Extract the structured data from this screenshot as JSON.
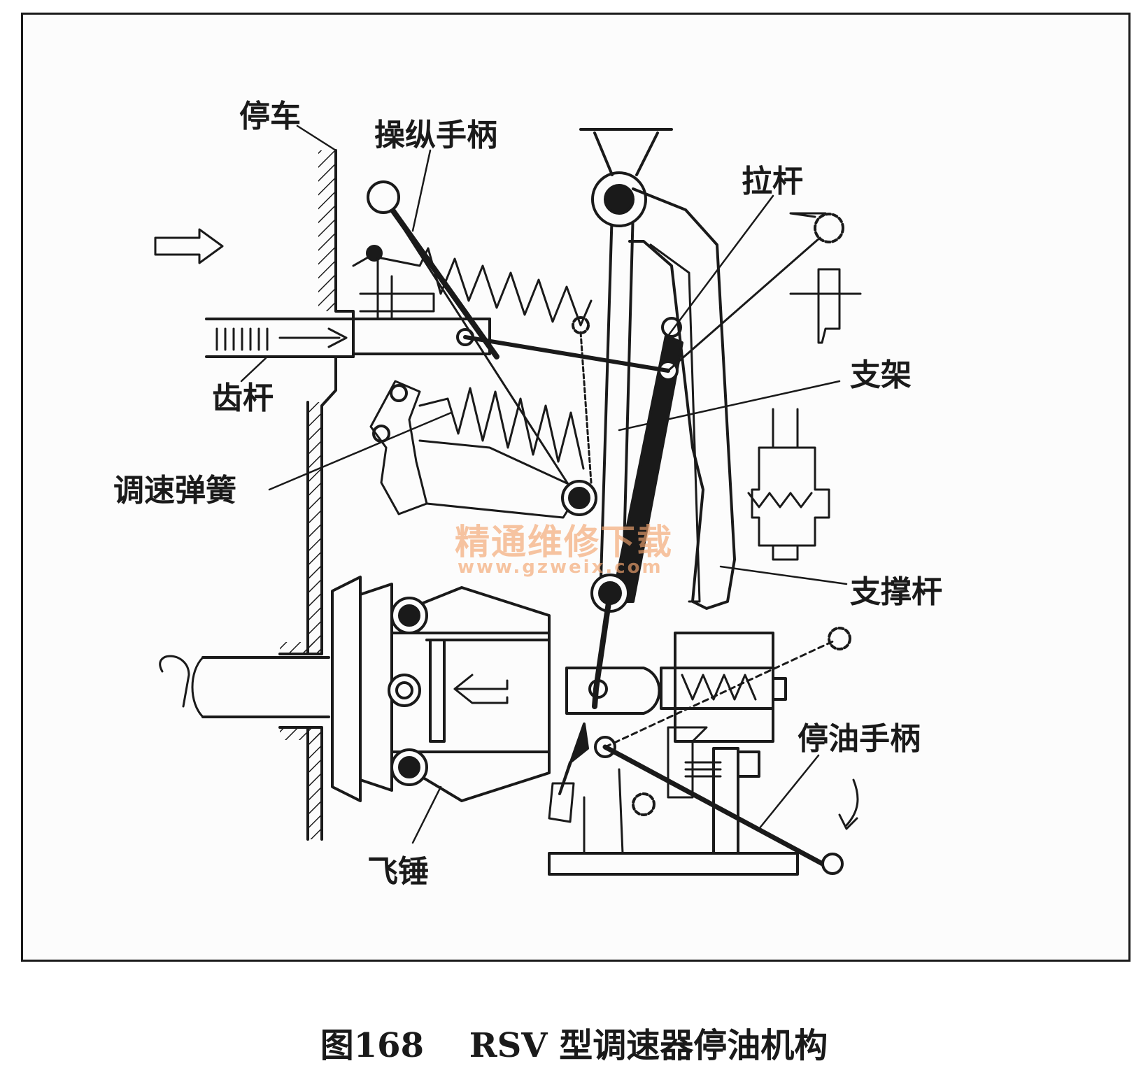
{
  "labels": {
    "stop": "停车",
    "control_handle": "操纵手柄",
    "pull_rod": "拉杆",
    "rack": "齿杆",
    "bracket": "支架",
    "governor_spring": "调速弹簧",
    "support_rod": "支撑杆",
    "stop_handle": "停油手柄",
    "flyweight": "飞锤"
  },
  "caption": {
    "figure_no": "图168",
    "title": "RSV 型调速器停油机构"
  },
  "watermark": {
    "text": "精通维修下载",
    "url": "www.gzweix.com"
  },
  "colors": {
    "ink": "#1a1a1a",
    "watermark": "#f3a56f"
  }
}
